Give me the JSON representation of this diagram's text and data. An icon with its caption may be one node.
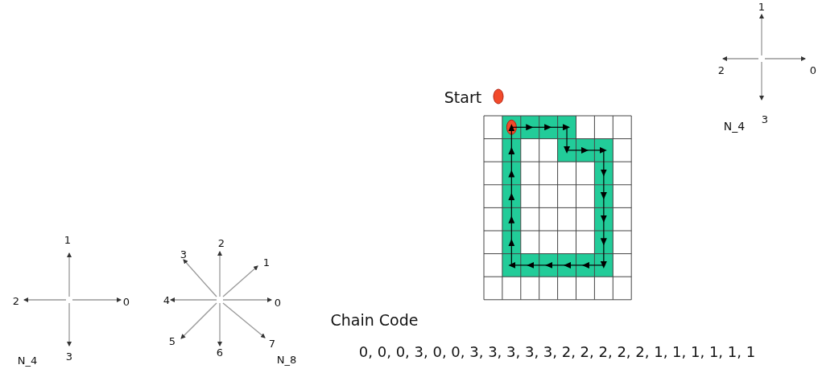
{
  "diagram": {
    "labels": [
      "1",
      "2",
      "0",
      "3",
      "N_4",
      "Start",
      "1",
      "2",
      "0",
      "3",
      "N_4",
      "2",
      "3",
      "1",
      "4",
      "0",
      "5",
      "6",
      "7",
      "N_8",
      "Chain Code",
      "0, 0, 0, 3, 0, 0, 3, 3, 3, 3, 3, 2, 2, 2, 2, 2, 1, 1, 1, 1, 1, 1"
    ]
  }
}
